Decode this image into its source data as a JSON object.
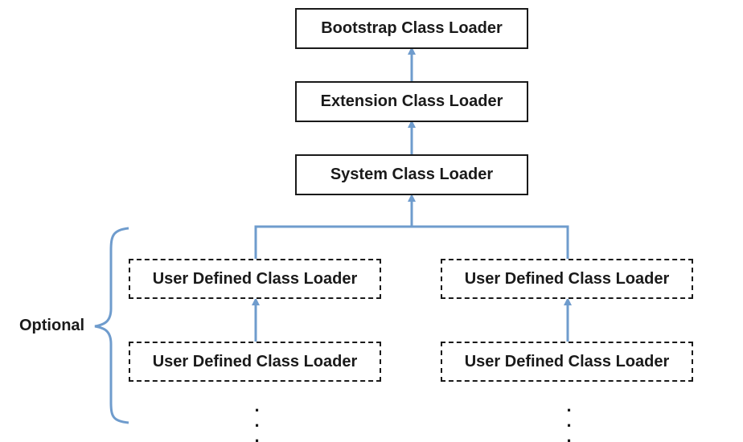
{
  "diagram": {
    "nodes": {
      "bootstrap": "Bootstrap Class Loader",
      "extension": "Extension Class Loader",
      "system": "System Class Loader",
      "user_left_1": "User Defined Class Loader",
      "user_right_1": "User Defined Class Loader",
      "user_left_2": "User Defined Class Loader",
      "user_right_2": "User Defined Class Loader"
    },
    "ellipsis_left": "...",
    "ellipsis_right": "...",
    "bracket_label": "Optional",
    "colors": {
      "arrow": "#6f9ccd",
      "box_border": "#1a1a1a",
      "text": "#1a1a1a",
      "background": "#ffffff"
    }
  }
}
